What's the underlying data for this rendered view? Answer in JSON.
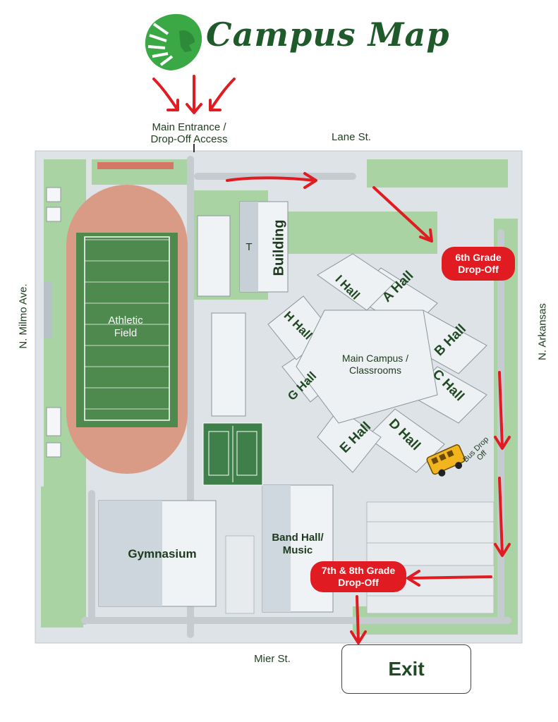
{
  "header": {
    "title": "Campus Map",
    "logo_icon": "lion-head-logo"
  },
  "labels": {
    "main_entrance_line1": "Main Entrance /",
    "main_entrance_line2": "Drop-Off Access",
    "lane_st": "Lane St.",
    "mier_st": "Mier St.",
    "milmo_ave": "N. Milmo Ave.",
    "arkansas": "N. Arkansas",
    "athletic_line1": "Athletic",
    "athletic_line2": "Field",
    "building_t": "T",
    "building": "Building",
    "main_campus_line1": "Main Campus /",
    "main_campus_line2": "Classrooms",
    "gymnasium": "Gymnasium",
    "band_line1": "Band Hall/",
    "band_line2": "Music",
    "bus_line1": "Bus Drop",
    "bus_line2": "Off",
    "exit": "Exit"
  },
  "halls": {
    "a": "A Hall",
    "b": "B Hall",
    "c": "C Hall",
    "d": "D Hall",
    "e": "E Hall",
    "g": "G Hall",
    "h": "H Hall",
    "i": "I Hall"
  },
  "dropoffs": {
    "sixth_line1": "6th Grade",
    "sixth_line2": "Drop-Off",
    "seventh_line1": "7th & 8th Grade",
    "seventh_line2": "Drop-Off"
  },
  "colors": {
    "arrow": "#e11b22",
    "brand_green": "#1f5a2a",
    "grass": "#a9d3a2",
    "pavement": "#dde3e6"
  }
}
